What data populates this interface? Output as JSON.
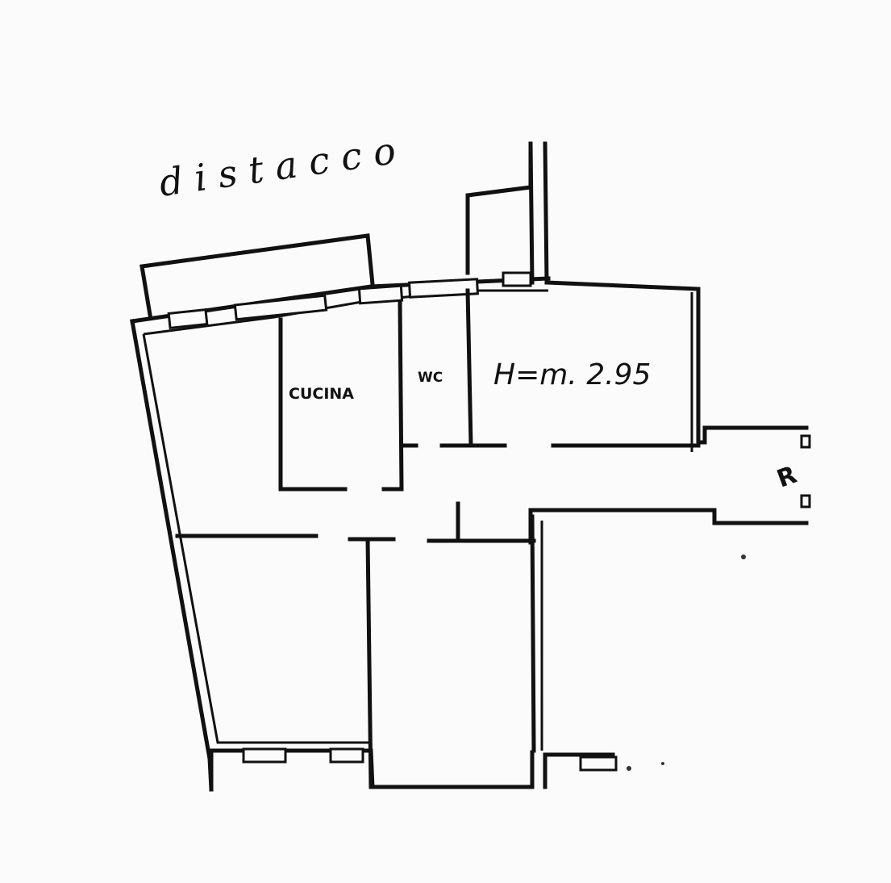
{
  "plan": {
    "outside_label": "d i s t a c c o",
    "rooms": {
      "kitchen": "CUCINA",
      "wc": "WC"
    },
    "ceiling_height": "H=m. 2.95",
    "stair_mark": "R"
  },
  "colors": {
    "ink": "#111111",
    "paper": "#fbfbfb"
  }
}
